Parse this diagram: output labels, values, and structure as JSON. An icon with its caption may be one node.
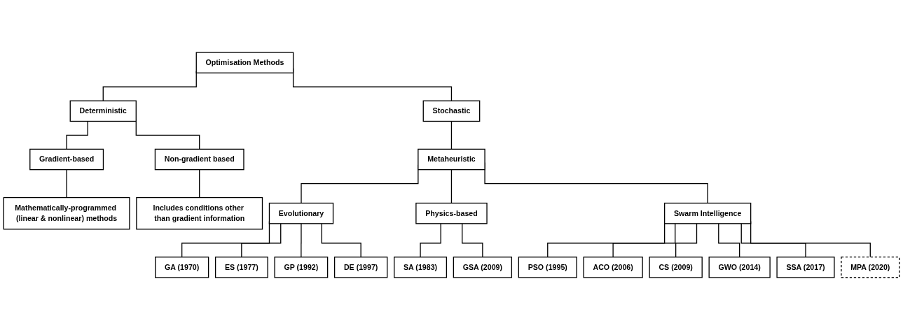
{
  "diagram": {
    "nodes": [
      {
        "text": [
          "Optimisation Methods"
        ]
      },
      {
        "text": [
          "Deterministic"
        ]
      },
      {
        "text": [
          "Stochastic"
        ]
      },
      {
        "text": [
          "Gradient-based"
        ]
      },
      {
        "text": [
          "Non-gradient based"
        ]
      },
      {
        "text": [
          "Metaheuristic"
        ]
      },
      {
        "text": [
          "Mathematically-programmed (linear & nonlinear) methods"
        ]
      },
      {
        "text": [
          "Includes conditions other than gradient information"
        ]
      },
      {
        "text": [
          "Evolutionary"
        ]
      },
      {
        "text": [
          "Physics-based"
        ]
      },
      {
        "text": [
          "Swarm Intelligence"
        ]
      },
      {
        "text": [
          "GA (1970)"
        ]
      },
      {
        "text": [
          "ES (1977)"
        ]
      },
      {
        "text": [
          "GP (1992)"
        ]
      },
      {
        "text": [
          "DE (1997)"
        ]
      },
      {
        "text": [
          "SA (1983)"
        ]
      },
      {
        "text": [
          "GSA (2009)"
        ]
      },
      {
        "text": [
          "PSO (1995)"
        ]
      },
      {
        "text": [
          "ACO (2006)"
        ]
      },
      {
        "text": [
          "CS (2009)"
        ]
      },
      {
        "text": [
          "GWO (2014)"
        ]
      },
      {
        "text": [
          "SSA (2017)"
        ]
      },
      {
        "text": [
          "MPA (2020)"
        ]
      }
    ],
    "edges": [
      {
        "from": 0,
        "to": 1,
        "arrow": "none"
      },
      {
        "from": 0,
        "to": 2,
        "arrow": "none"
      },
      {
        "from": 1,
        "to": 3,
        "arrow": "none"
      },
      {
        "from": 1,
        "to": 4,
        "arrow": "none"
      },
      {
        "from": 2,
        "to": 5,
        "arrow": "none"
      },
      {
        "from": 3,
        "to": 6,
        "arrow": "none"
      },
      {
        "from": 4,
        "to": 7,
        "arrow": "none"
      },
      {
        "from": 5,
        "to": 8,
        "arrow": "none"
      },
      {
        "from": 5,
        "to": 9,
        "arrow": "none"
      },
      {
        "from": 5,
        "to": 10,
        "arrow": "none"
      },
      {
        "from": 8,
        "to": 11,
        "arrow": "none"
      },
      {
        "from": 8,
        "to": 12,
        "arrow": "none"
      },
      {
        "from": 8,
        "to": 13,
        "arrow": "none"
      },
      {
        "from": 8,
        "to": 14,
        "arrow": "none"
      },
      {
        "from": 9,
        "to": 15,
        "arrow": "none"
      },
      {
        "from": 9,
        "to": 16,
        "arrow": "none"
      },
      {
        "from": 10,
        "to": 17,
        "arrow": "none"
      },
      {
        "from": 10,
        "to": 18,
        "arrow": "none"
      },
      {
        "from": 10,
        "to": 19,
        "arrow": "none"
      },
      {
        "from": 10,
        "to": 20,
        "arrow": "none"
      },
      {
        "from": 10,
        "to": 21,
        "arrow": "none"
      },
      {
        "from": 10,
        "to": 22,
        "arrow": "none"
      }
    ]
  }
}
